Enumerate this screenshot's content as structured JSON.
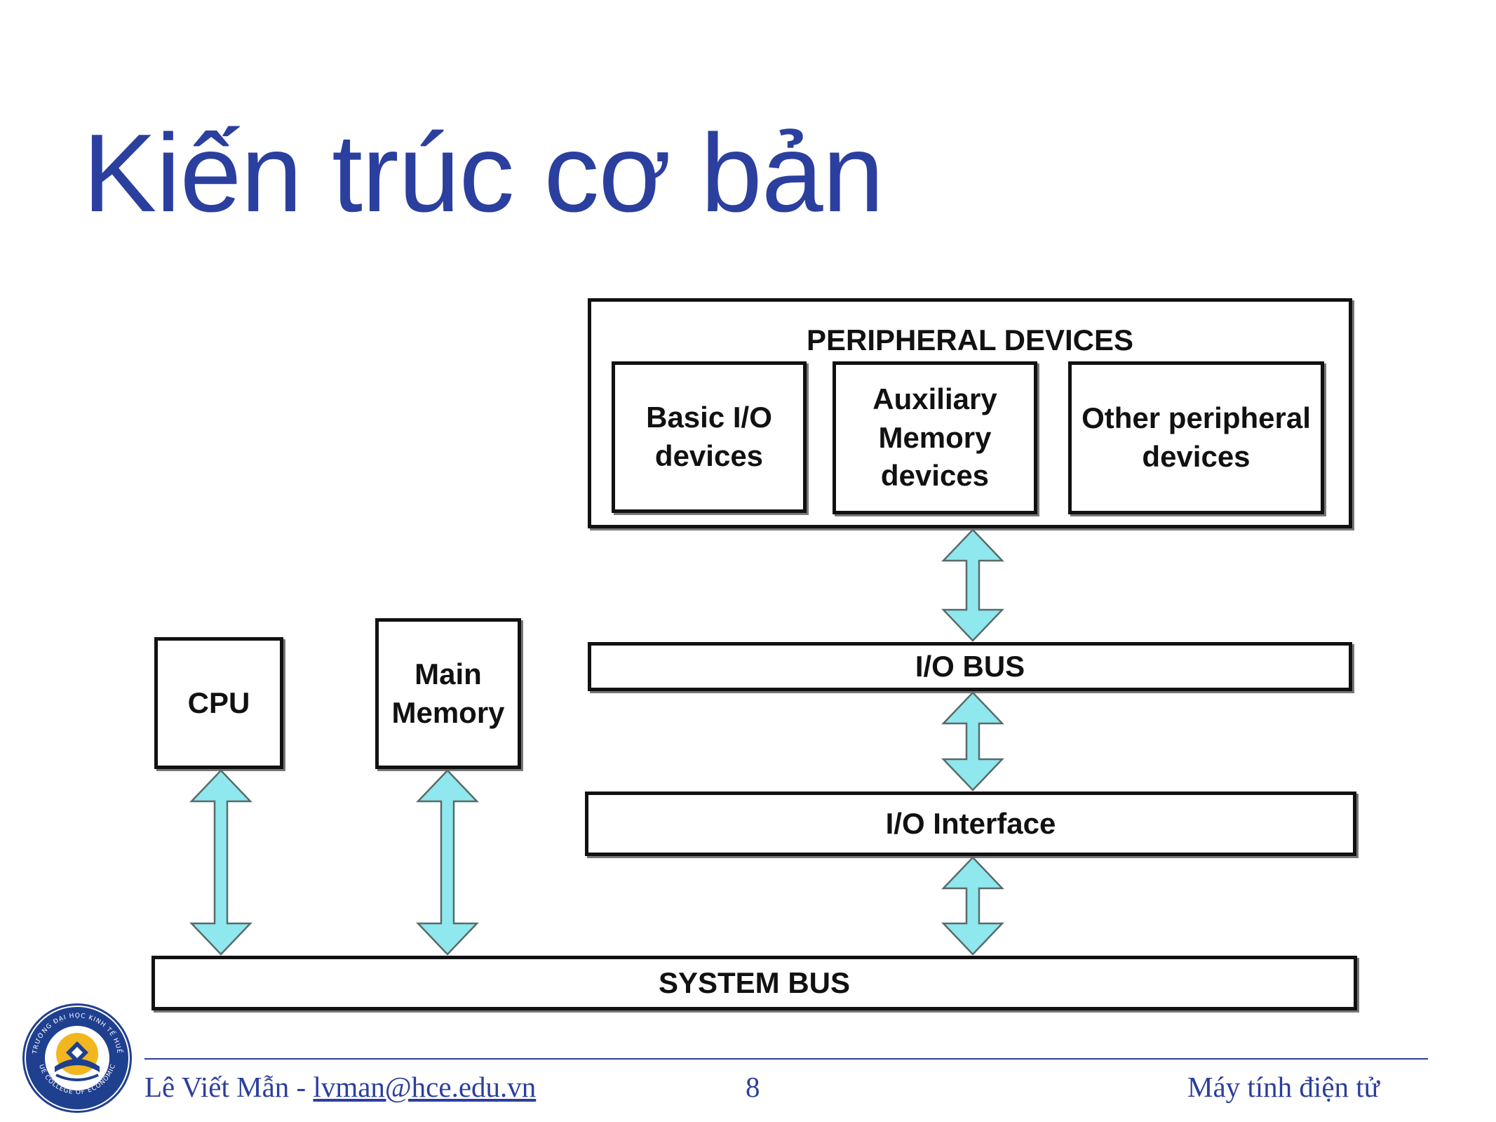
{
  "slide": {
    "title": "Kiến trúc cơ bản"
  },
  "diagram": {
    "peripheral_devices": "PERIPHERAL DEVICES",
    "basic_io": "Basic I/O\ndevices",
    "auxiliary_memory": "Auxiliary\nMemory\ndevices",
    "other_peripheral": "Other peripheral\ndevices",
    "io_bus": "I/O BUS",
    "io_interface": "I/O Interface",
    "cpu": "CPU",
    "main_memory": "Main\nMemory",
    "system_bus": "SYSTEM BUS",
    "arrow_color": "#8ee8ee"
  },
  "footer": {
    "author": "Lê Viết Mẫn - ",
    "email": "lvman@hce.edu.vn",
    "page_number": "8",
    "course": "Máy tính điện tử"
  },
  "logo": {
    "icon": "university-seal-icon",
    "ring_text_top": "TRƯỜNG ĐẠI HỌC KINH TẾ HUẾ",
    "ring_text_bottom": "HUE COLLEGE OF ECONOMICS"
  }
}
